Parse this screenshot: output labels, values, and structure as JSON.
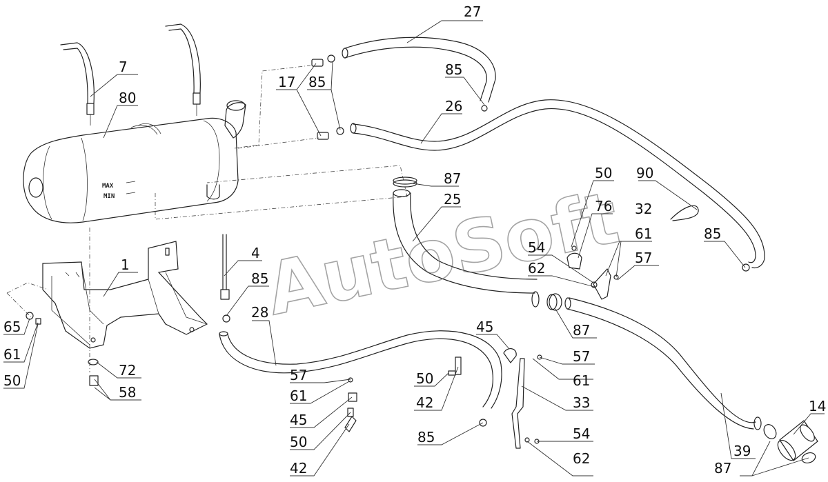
{
  "watermark": "AutoSoft",
  "tank_marks": {
    "max": "MAX",
    "min": "MIN"
  },
  "callouts": [
    {
      "id": "c27a",
      "text": "27"
    },
    {
      "id": "c85a",
      "text": "85"
    },
    {
      "id": "c17",
      "text": "17"
    },
    {
      "id": "c85b",
      "text": "85"
    },
    {
      "id": "c7",
      "text": "7"
    },
    {
      "id": "c80",
      "text": "80"
    },
    {
      "id": "c26",
      "text": "26"
    },
    {
      "id": "c87a",
      "text": "87"
    },
    {
      "id": "c50a",
      "text": "50"
    },
    {
      "id": "c90",
      "text": "90"
    },
    {
      "id": "c25",
      "text": "25"
    },
    {
      "id": "c76",
      "text": "76"
    },
    {
      "id": "c32",
      "text": "32"
    },
    {
      "id": "c85c",
      "text": "85"
    },
    {
      "id": "c54a",
      "text": "54"
    },
    {
      "id": "c61a",
      "text": "61"
    },
    {
      "id": "c62a",
      "text": "62"
    },
    {
      "id": "c57a",
      "text": "57"
    },
    {
      "id": "c1",
      "text": "1"
    },
    {
      "id": "c4",
      "text": "4"
    },
    {
      "id": "c85d",
      "text": "85"
    },
    {
      "id": "c28",
      "text": "28"
    },
    {
      "id": "c87b",
      "text": "87"
    },
    {
      "id": "c65",
      "text": "65"
    },
    {
      "id": "c61b",
      "text": "61"
    },
    {
      "id": "c50b",
      "text": "50"
    },
    {
      "id": "c72",
      "text": "72"
    },
    {
      "id": "c58",
      "text": "58"
    },
    {
      "id": "c45a",
      "text": "45"
    },
    {
      "id": "c57b",
      "text": "57"
    },
    {
      "id": "c61c",
      "text": "61"
    },
    {
      "id": "c50c",
      "text": "50"
    },
    {
      "id": "c42a",
      "text": "42"
    },
    {
      "id": "c33",
      "text": "33"
    },
    {
      "id": "c57c",
      "text": "57"
    },
    {
      "id": "c61d",
      "text": "61"
    },
    {
      "id": "c45b",
      "text": "45"
    },
    {
      "id": "c50d",
      "text": "50"
    },
    {
      "id": "c42b",
      "text": "42"
    },
    {
      "id": "c85e",
      "text": "85"
    },
    {
      "id": "c54b",
      "text": "54"
    },
    {
      "id": "c62b",
      "text": "62"
    },
    {
      "id": "c39",
      "text": "39"
    },
    {
      "id": "c14",
      "text": "14"
    },
    {
      "id": "c87c",
      "text": "87"
    }
  ]
}
